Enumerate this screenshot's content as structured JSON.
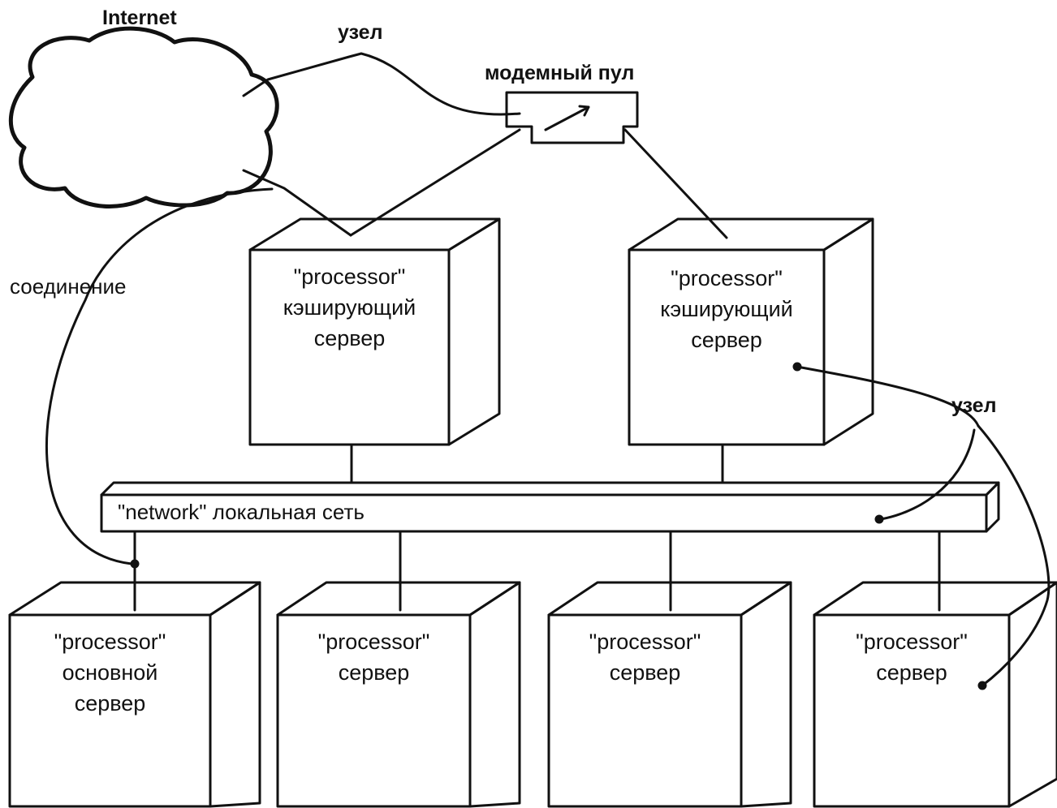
{
  "labels": {
    "internet": "Internet",
    "node_top": "узел",
    "modem_pool": "модемный пул",
    "connection": "соединение",
    "node_right": "узел"
  },
  "network": {
    "text": "\"network\" локальная сеть"
  },
  "cache_servers": [
    {
      "stereotype": "\"processor\"",
      "line1": "кэширующий",
      "line2": "сервер"
    },
    {
      "stereotype": "\"processor\"",
      "line1": "кэширующий",
      "line2": "сервер"
    }
  ],
  "servers": [
    {
      "stereotype": "\"processor\"",
      "line1": "основной",
      "line2": "сервер"
    },
    {
      "stereotype": "\"processor\"",
      "line1": "сервер",
      "line2": ""
    },
    {
      "stereotype": "\"processor\"",
      "line1": "сервер",
      "line2": ""
    },
    {
      "stereotype": "\"processor\"",
      "line1": "сервер",
      "line2": ""
    }
  ]
}
